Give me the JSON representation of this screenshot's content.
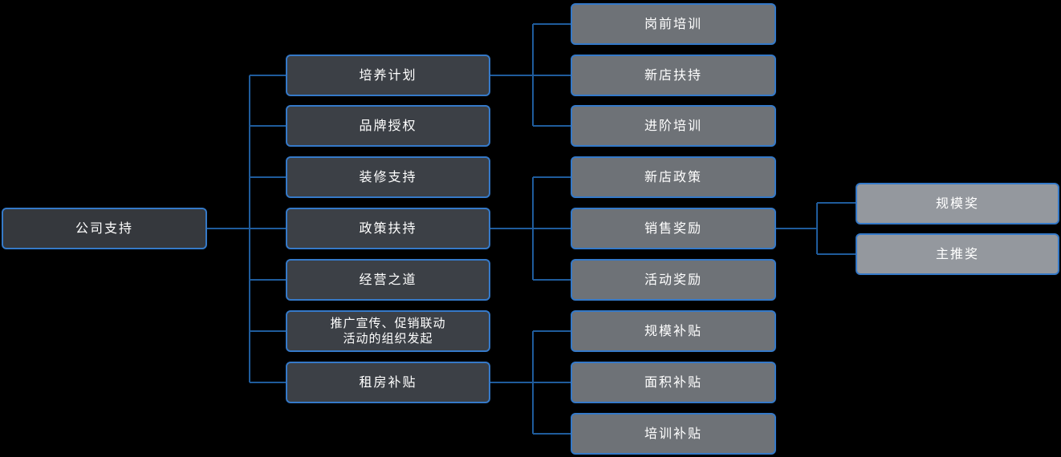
{
  "canvas": {
    "background": "#000000",
    "node_border_color": "#3579c8",
    "connector_color": "#1f5c9c",
    "text_color": "#ffffff",
    "root_fill": "#35383d",
    "level2_fill": "#3c4046",
    "level3_fill": "#6e7277",
    "level4_fill": "#94989e"
  },
  "mindmap": {
    "root": {
      "label": "公司支持"
    },
    "branches": [
      {
        "label": "培养计划",
        "children": [
          {
            "label": "岗前培训"
          },
          {
            "label": "新店扶持"
          },
          {
            "label": "进阶培训"
          }
        ]
      },
      {
        "label": "品牌授权",
        "children": []
      },
      {
        "label": "装修支持",
        "children": []
      },
      {
        "label": "政策扶持",
        "children": [
          {
            "label": "新店政策"
          },
          {
            "label": "销售奖励",
            "children": [
              {
                "label": "规模奖"
              },
              {
                "label": "主推奖"
              }
            ]
          },
          {
            "label": "活动奖励"
          }
        ]
      },
      {
        "label": "经营之道",
        "children": []
      },
      {
        "label": "推广宣传、促销联动\n活动的组织发起",
        "children": []
      },
      {
        "label": "租房补贴",
        "children": [
          {
            "label": "规模补贴"
          },
          {
            "label": "面积补贴"
          },
          {
            "label": "培训补贴"
          }
        ]
      }
    ]
  }
}
